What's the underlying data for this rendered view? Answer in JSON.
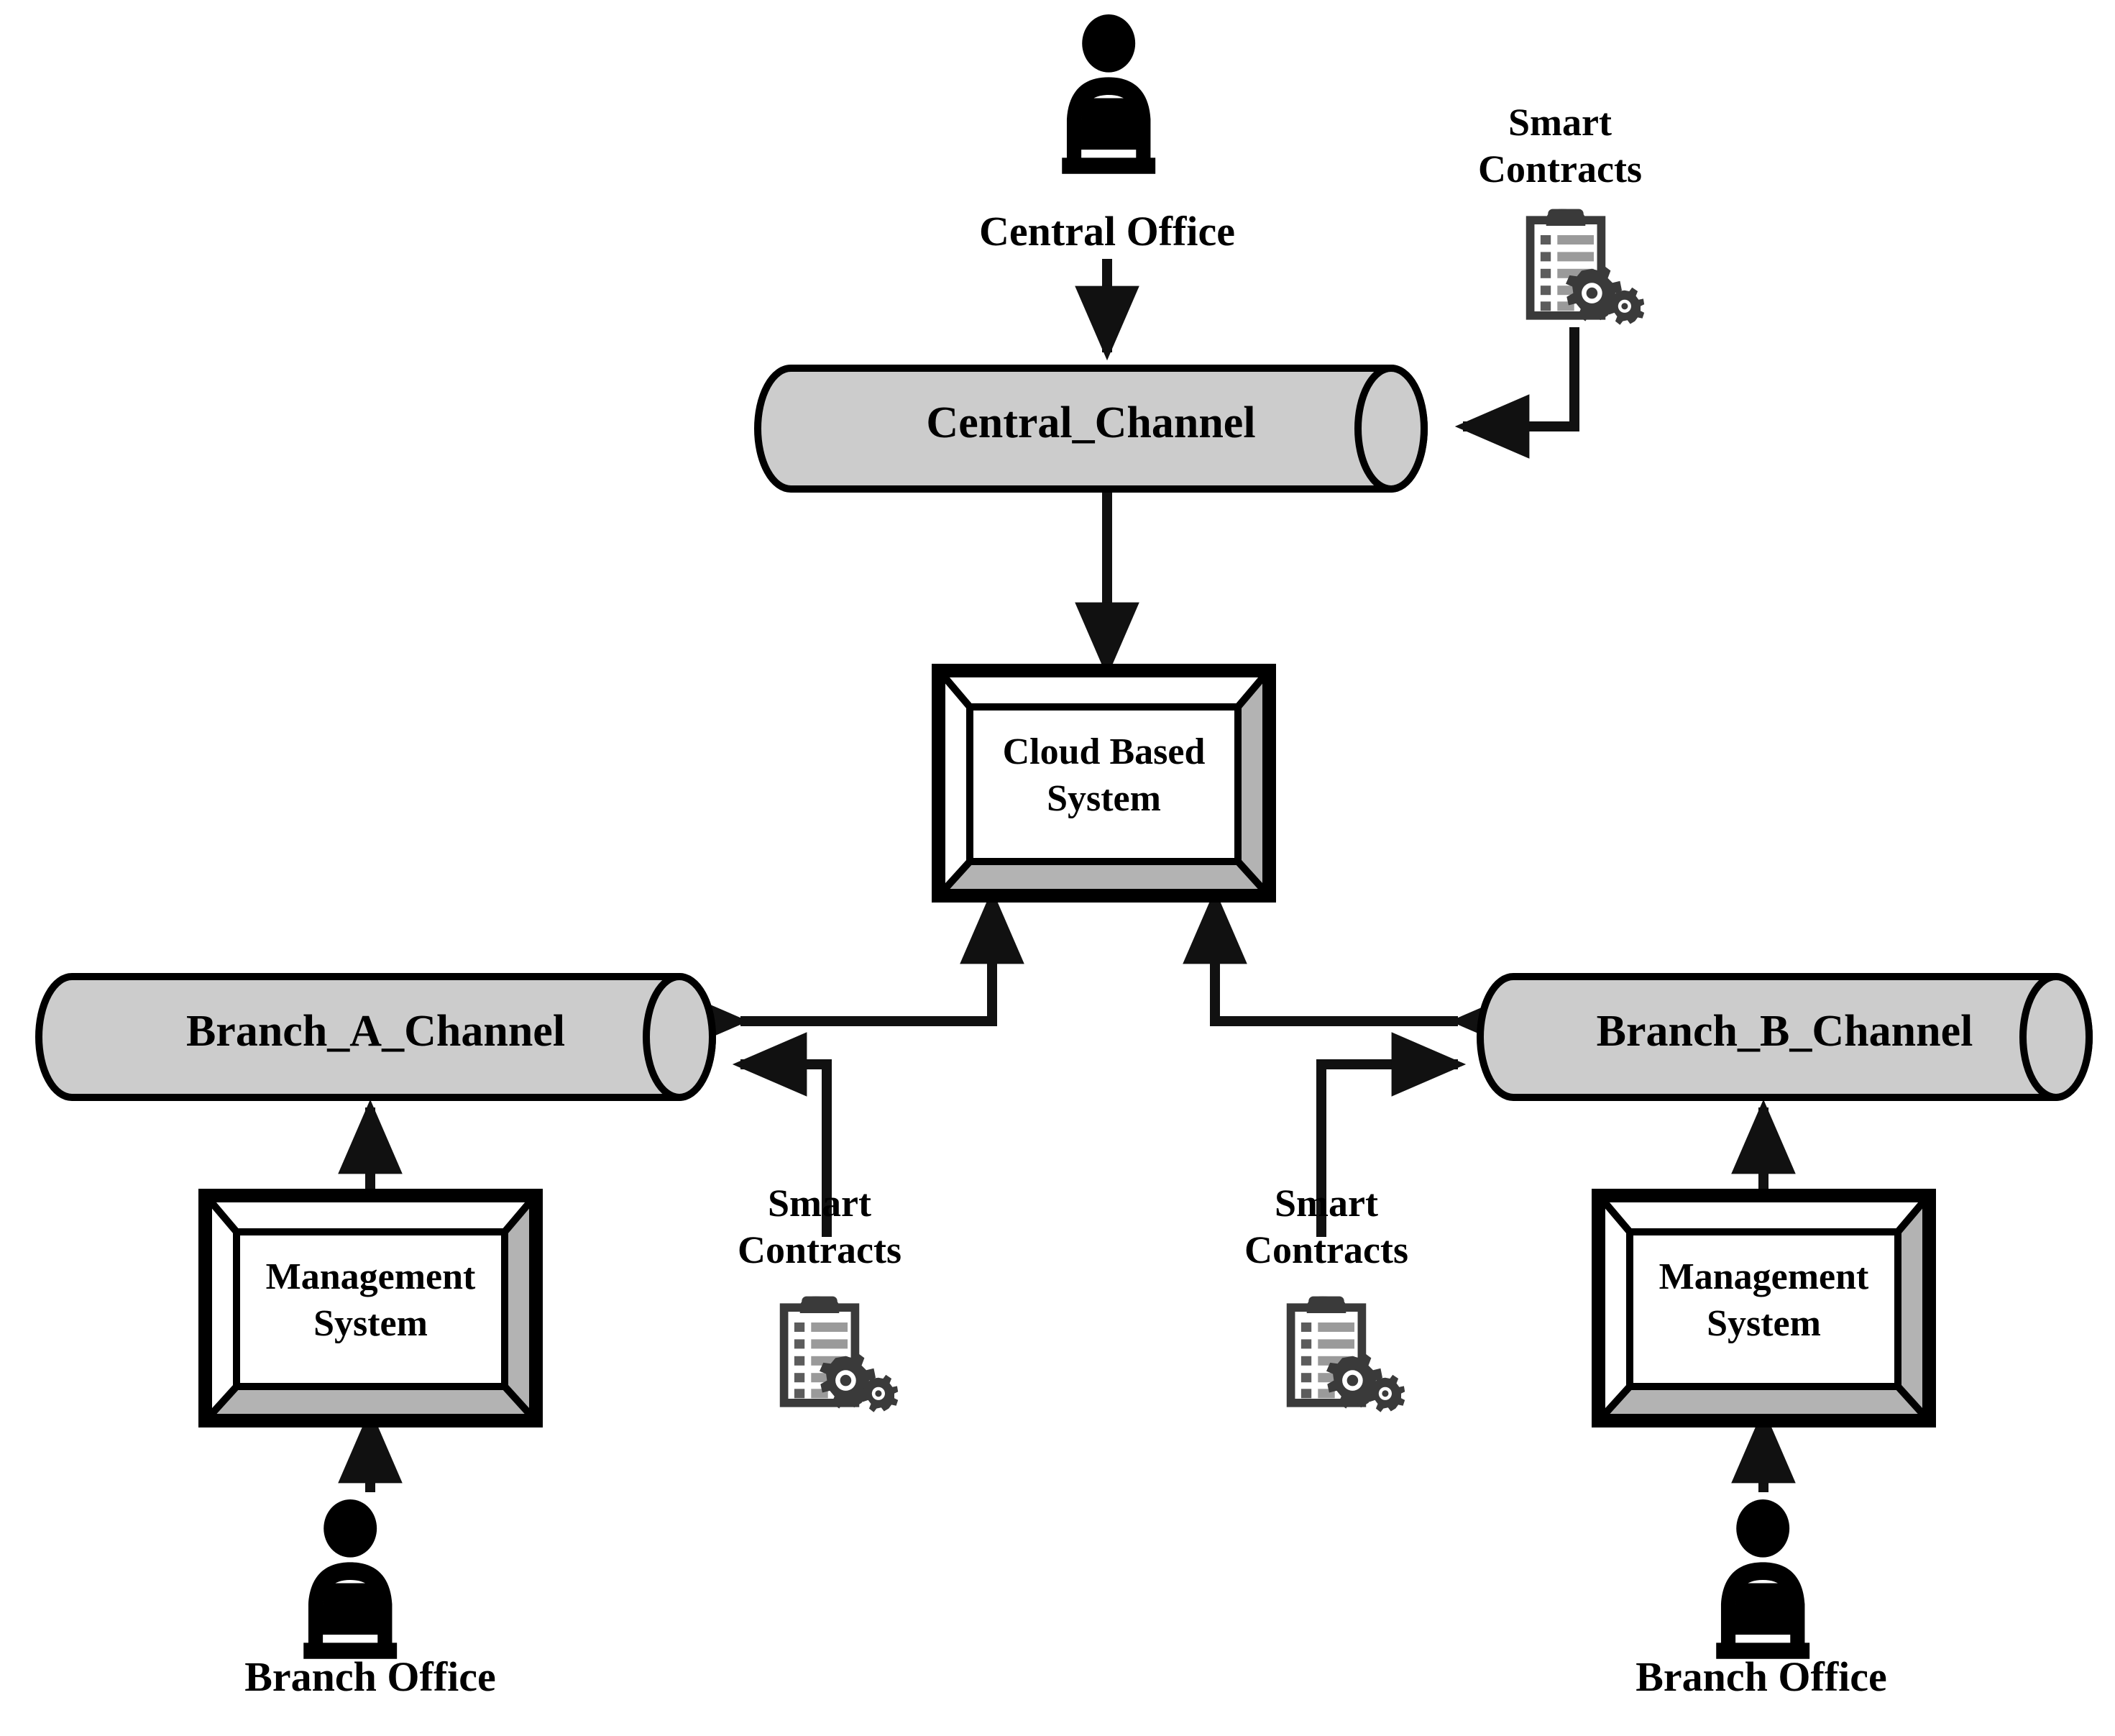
{
  "diagram": {
    "title": "Blockchain cloud based multi-branch architecture",
    "colors": {
      "stroke": "#000000",
      "cylinder_fill": "#cccccc",
      "box_face": "#ffffff",
      "box_bevel_gray": "#b3b3b3",
      "icon_dark": "#3a3a3a",
      "icon_gray": "#9a9a9a",
      "background": "#ffffff"
    },
    "nodes": {
      "central_office": {
        "label": "Central Office",
        "icon": "person-at-laptop-icon"
      },
      "central_channel": {
        "label": "Central_Channel",
        "shape": "cylinder"
      },
      "cloud_system": {
        "label_line1": "Cloud Based",
        "label_line2": "System",
        "shape": "beveled-box"
      },
      "branch_a_channel": {
        "label": "Branch_A_Channel",
        "shape": "cylinder"
      },
      "branch_b_channel": {
        "label": "Branch_B_Channel",
        "shape": "cylinder"
      },
      "management_system_left": {
        "label_line1": "Management",
        "label_line2": "System",
        "shape": "beveled-box"
      },
      "management_system_right": {
        "label_line1": "Management",
        "label_line2": "System",
        "shape": "beveled-box"
      },
      "branch_office_left": {
        "label": "Branch Office",
        "icon": "person-at-laptop-icon"
      },
      "branch_office_right": {
        "label": "Branch Office",
        "icon": "person-at-laptop-icon"
      },
      "smart_contracts_top": {
        "label_line1": "Smart",
        "label_line2": "Contracts",
        "icon": "clipboard-gears-icon"
      },
      "smart_contracts_left": {
        "label_line1": "Smart",
        "label_line2": "Contracts",
        "icon": "clipboard-gears-icon"
      },
      "smart_contracts_right": {
        "label_line1": "Smart",
        "label_line2": "Contracts",
        "icon": "clipboard-gears-icon"
      }
    },
    "edges": [
      {
        "from": "central_office",
        "to": "central_channel",
        "type": "arrow-down"
      },
      {
        "from": "smart_contracts_top",
        "to": "central_channel",
        "type": "elbow-arrow-left"
      },
      {
        "from": "central_channel",
        "to": "cloud_system",
        "type": "double-arrow-vertical"
      },
      {
        "from": "branch_a_channel",
        "to": "cloud_system",
        "type": "elbow-double-arrow"
      },
      {
        "from": "branch_b_channel",
        "to": "cloud_system",
        "type": "elbow-double-arrow"
      },
      {
        "from": "smart_contracts_left",
        "to": "branch_a_channel",
        "type": "elbow-arrow-left"
      },
      {
        "from": "smart_contracts_right",
        "to": "branch_b_channel",
        "type": "elbow-arrow-right"
      },
      {
        "from": "management_system_left",
        "to": "branch_a_channel",
        "type": "arrow-up"
      },
      {
        "from": "management_system_right",
        "to": "branch_b_channel",
        "type": "arrow-up"
      },
      {
        "from": "branch_office_left",
        "to": "management_system_left",
        "type": "arrow-up"
      },
      {
        "from": "branch_office_right",
        "to": "management_system_right",
        "type": "arrow-up"
      }
    ]
  }
}
